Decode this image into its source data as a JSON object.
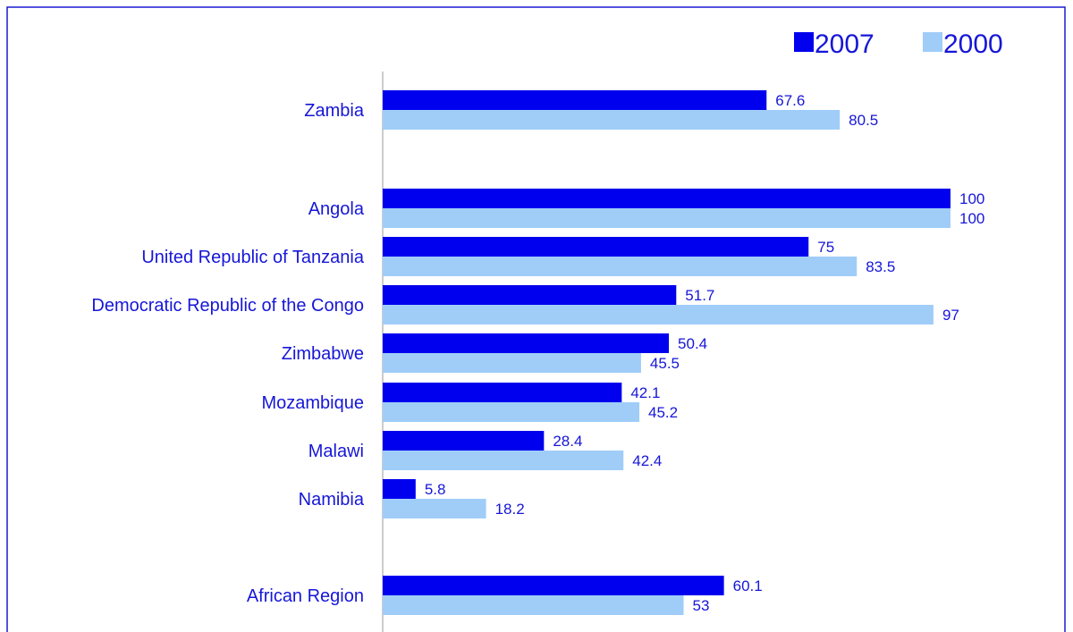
{
  "colors": {
    "series_2007": "#0000ee",
    "series_2000": "#9fcdf8",
    "text": "#1616d8",
    "frame": "#1a1ad0",
    "axis": "#9a9a9a"
  },
  "chart_data": {
    "type": "bar",
    "orientation": "horizontal",
    "categories": [
      "Zambia",
      "Angola",
      "United Republic of Tanzania",
      "Democratic Republic of the Congo",
      "Zimbabwe",
      "Mozambique",
      "Malawi",
      "Namibia",
      "African Region"
    ],
    "series": [
      {
        "name": "2007",
        "values": [
          67.6,
          100,
          75,
          51.7,
          50.4,
          42.1,
          28.4,
          5.8,
          60.1
        ]
      },
      {
        "name": "2000",
        "values": [
          80.5,
          100,
          83.5,
          97,
          45.5,
          45.2,
          42.4,
          18.2,
          53
        ]
      }
    ],
    "value_labels": [
      [
        "67.6",
        "100",
        "75",
        "51.7",
        "50.4",
        "42.1",
        "28.4",
        "5.8",
        "60.1"
      ],
      [
        "80.5",
        "100",
        "83.5",
        "97",
        "45.5",
        "45.2",
        "42.4",
        "18.2",
        "53"
      ]
    ],
    "xlim": [
      0,
      100
    ],
    "grid": false,
    "legend": "top-right"
  }
}
